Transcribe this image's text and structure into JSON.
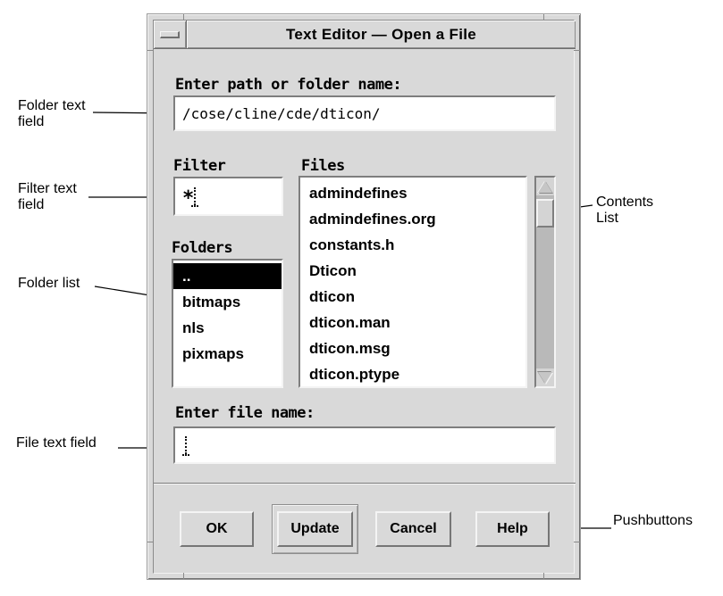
{
  "window": {
    "title": "Text Editor — Open a File",
    "path_label": "Enter path or folder name:",
    "path_value": "/cose/cline/cde/dticon/",
    "filter_label": "Filter",
    "filter_value": "*",
    "files_label": "Files",
    "files": [
      "admindefines",
      "admindefines.org",
      "constants.h",
      "Dticon",
      "dticon",
      "dticon.man",
      "dticon.msg",
      "dticon.ptype"
    ],
    "folders_label": "Folders",
    "folders": [
      {
        "name": "..",
        "selected": true
      },
      {
        "name": "bitmaps",
        "selected": false
      },
      {
        "name": "nls",
        "selected": false
      },
      {
        "name": "pixmaps",
        "selected": false
      }
    ],
    "filename_label": "Enter file name:",
    "filename_value": "",
    "buttons": {
      "ok": "OK",
      "update": "Update",
      "cancel": "Cancel",
      "help": "Help"
    }
  },
  "annotations": {
    "folder_text_field": {
      "line1": "Folder text",
      "line2": "field"
    },
    "filter_text_field": {
      "line1": "Filter text",
      "line2": "field"
    },
    "folder_list": {
      "line1": "Folder list"
    },
    "file_text_field": {
      "line1": "File text field"
    },
    "contents_list": {
      "line1": "Contents",
      "line2": "List"
    },
    "pushbuttons": {
      "line1": "Pushbuttons"
    }
  },
  "colors": {
    "dialog_bg": "#d9d9d9",
    "bevel_light": "#f4f4f4",
    "bevel_dark": "#767676",
    "field_bg": "#ffffff",
    "selection_bg": "#000000",
    "selection_fg": "#ffffff",
    "scrollbar_trough": "#b9b9b9",
    "text": "#000000",
    "page_bg": "#ffffff"
  }
}
